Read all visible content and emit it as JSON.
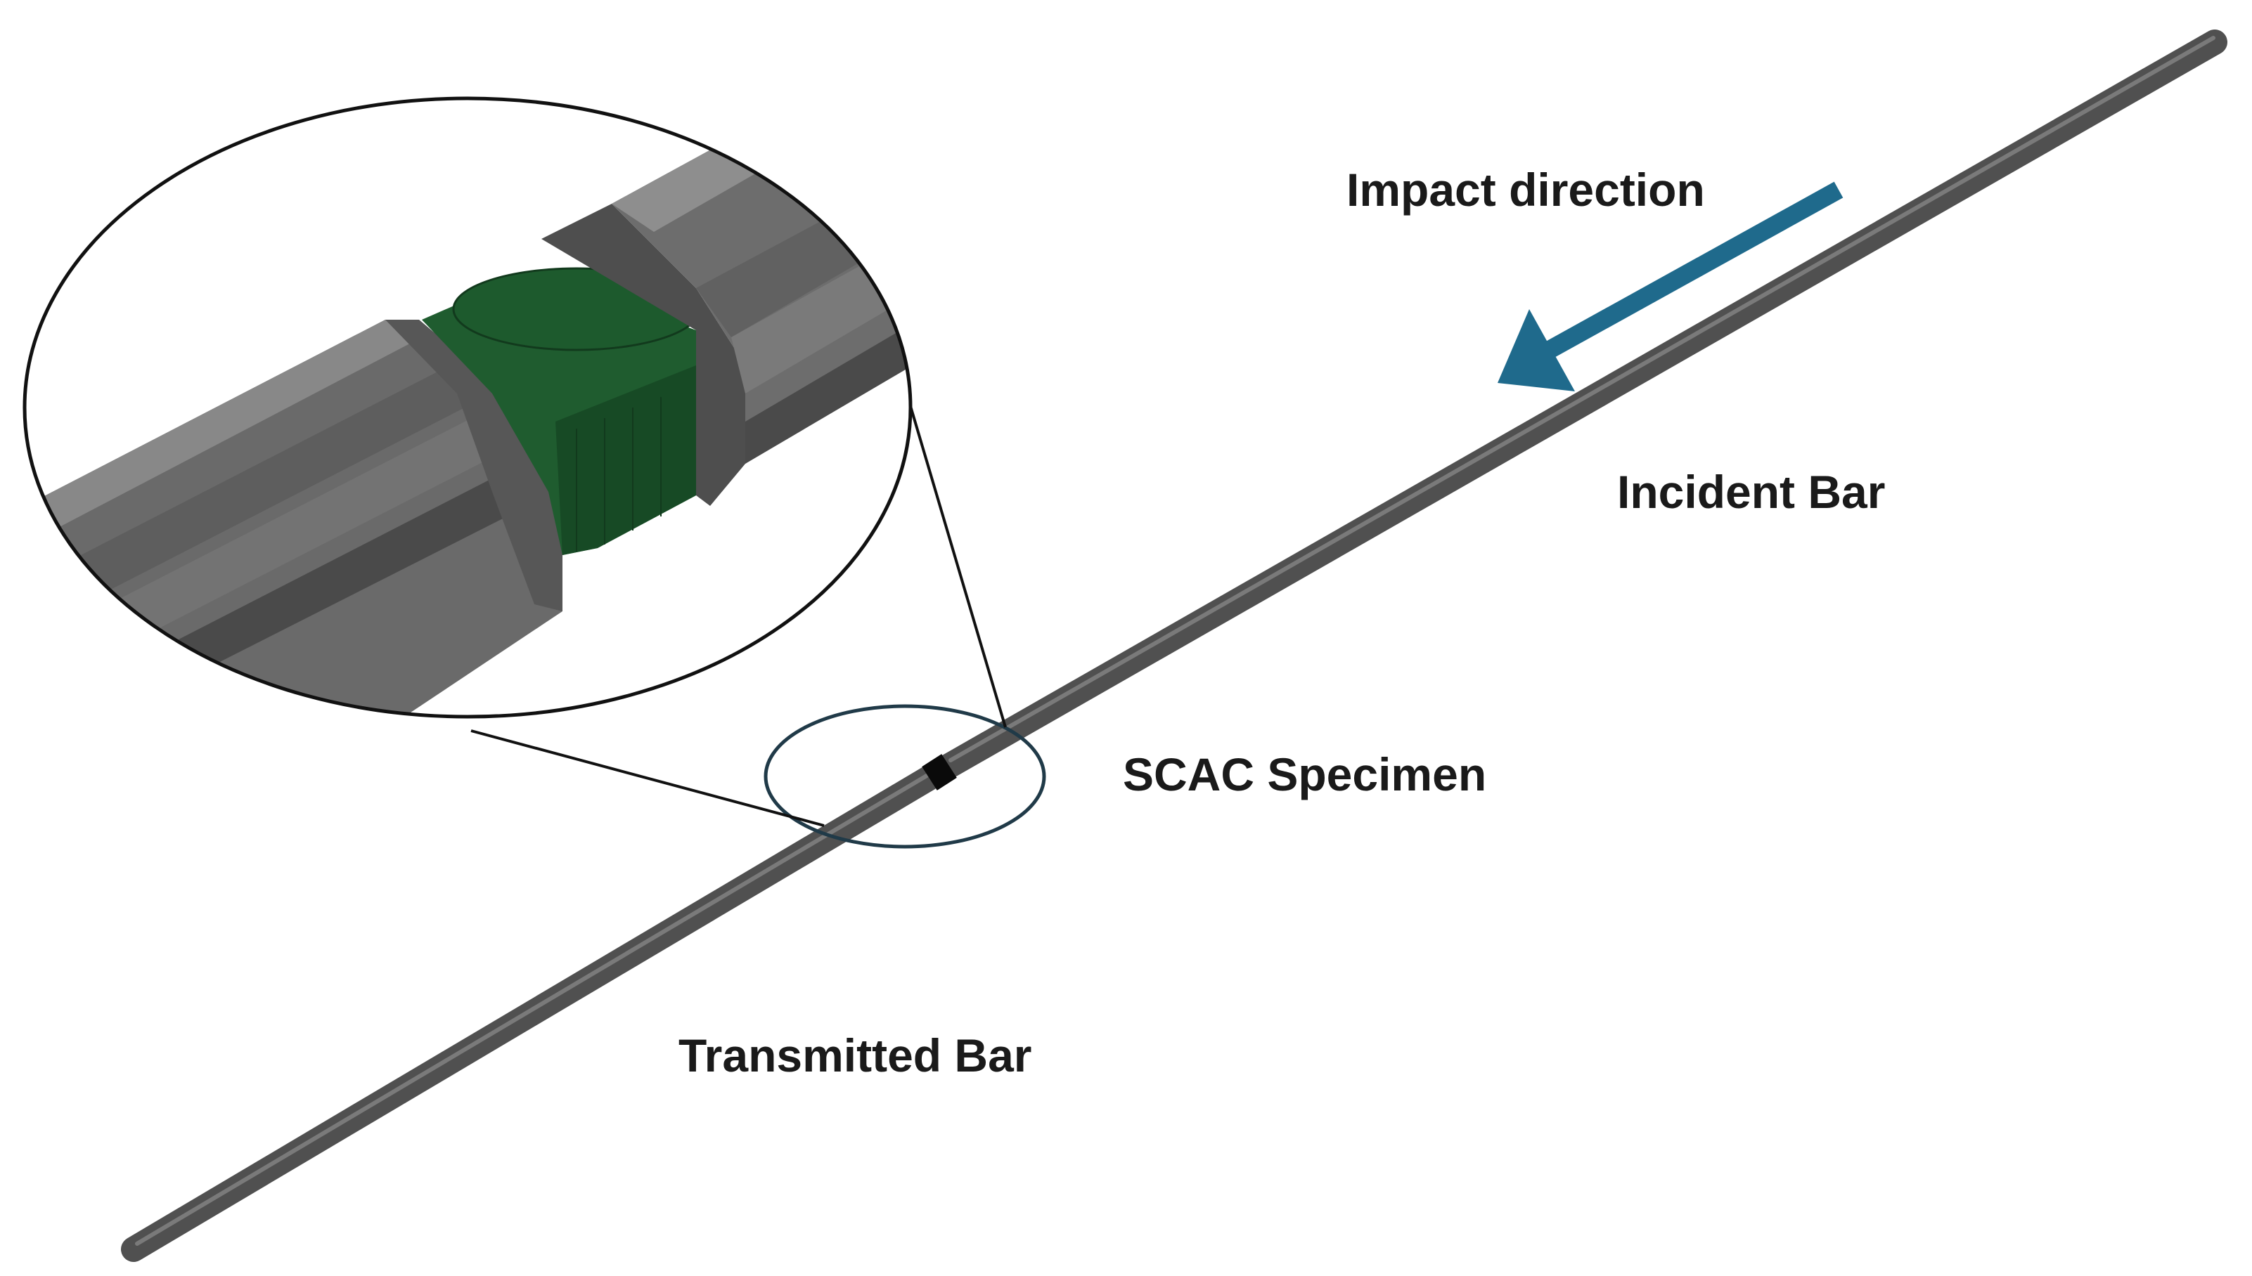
{
  "labels": {
    "impact_direction": "Impact direction",
    "incident_bar": "Incident Bar",
    "specimen": "SCAC Specimen",
    "transmitted_bar": "Transmitted Bar"
  },
  "colors": {
    "bar": "#5b5b5b",
    "bar_dark": "#3a3a3a",
    "bar_light": "#8a8a8a",
    "specimen": "#1e5a2e",
    "specimen_dark": "#134020",
    "arrow": "#1f6a8c",
    "focus_ellipse": "#203a48",
    "outline": "#111111"
  }
}
